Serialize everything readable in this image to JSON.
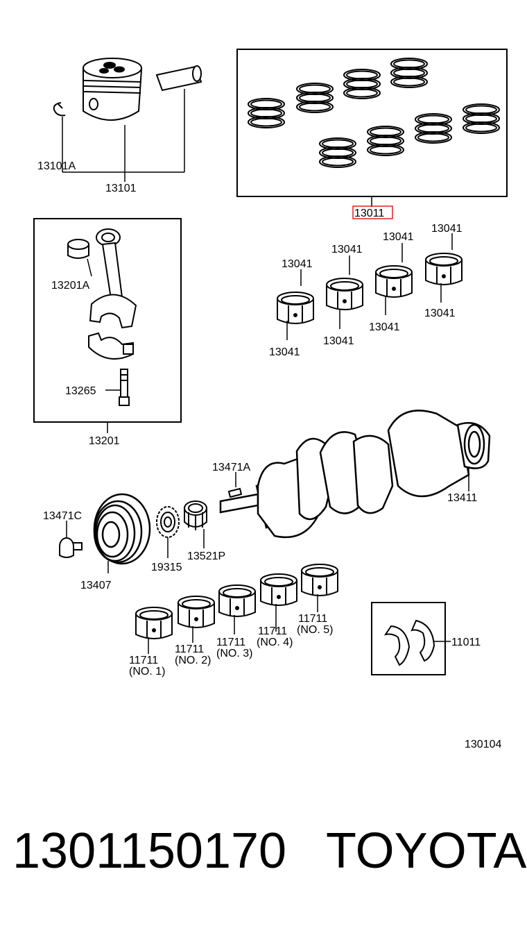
{
  "diagram": {
    "labels": {
      "snap_ring": "13101A",
      "piston": "13101",
      "ring_set": "13011",
      "conrod_bushing": "13201A",
      "conrod_bolt": "13265",
      "conrod_assy": "13201",
      "conrod_bearing_1": "13041",
      "conrod_bearing_2": "13041",
      "conrod_bearing_3": "13041",
      "conrod_bearing_4": "13041",
      "conrod_bearing_5": "13041",
      "conrod_bearing_6": "13041",
      "conrod_bearing_7": "13041",
      "conrod_bearing_8": "13041",
      "key": "13471A",
      "crankshaft": "13411",
      "pulley_bolt": "13471C",
      "pulley": "13407",
      "timing_gear": "19315",
      "bearing_13521": "13521P",
      "main_bearing_1": "11711",
      "main_bearing_1_no": "(NO. 1)",
      "main_bearing_2": "11711",
      "main_bearing_2_no": "(NO. 2)",
      "main_bearing_3": "11711",
      "main_bearing_3_no": "(NO. 3)",
      "main_bearing_4": "11711",
      "main_bearing_4_no": "(NO. 4)",
      "main_bearing_5": "11711",
      "main_bearing_5_no": "(NO. 5)",
      "thrust_washer": "11011",
      "figure_no": "130104"
    },
    "highlight_color": "#e02020"
  },
  "footer": {
    "part_number": "1301150170",
    "brand": "TOYOTA"
  }
}
